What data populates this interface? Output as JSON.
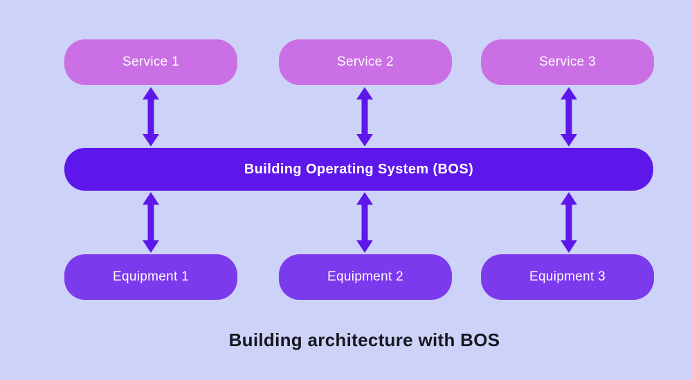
{
  "colors": {
    "background": "#cdd2f8",
    "service_fill": "#ca6fe4",
    "bos_fill": "#5e17eb",
    "equipment_fill": "#7c3aed",
    "arrow": "#5e17eb",
    "box_text": "#ffffff",
    "caption_text": "#17171f"
  },
  "diagram": {
    "services": [
      {
        "label": "Service 1"
      },
      {
        "label": "Service 2"
      },
      {
        "label": "Service 3"
      }
    ],
    "bos": {
      "label": "Building Operating System (BOS)"
    },
    "equipment": [
      {
        "label": "Equipment 1"
      },
      {
        "label": "Equipment 2"
      },
      {
        "label": "Equipment 3"
      }
    ],
    "caption": "Building architecture with BOS"
  }
}
